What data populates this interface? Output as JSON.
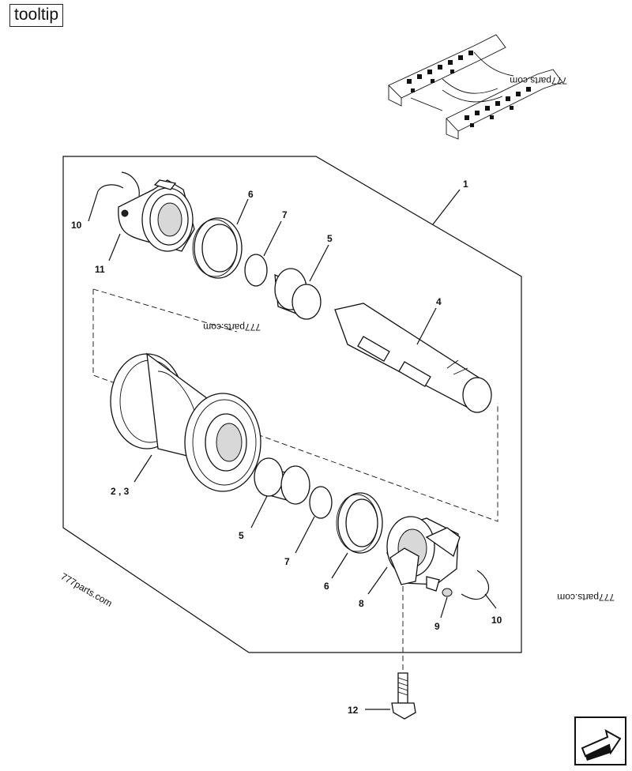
{
  "tooltip": {
    "label": "tooltip"
  },
  "watermarks": [
    "777parts.com",
    "777parts.com",
    "777parts.com",
    "777parts.com"
  ],
  "callouts": {
    "c1": "1",
    "c23": "2 , 3",
    "c4": "4",
    "c5a": "5",
    "c5b": "5",
    "c6a": "6",
    "c6b": "6",
    "c7a": "7",
    "c7b": "7",
    "c8": "8",
    "c9": "9",
    "c10a": "10",
    "c10b": "10",
    "c11": "11",
    "c12": "12"
  },
  "icons": {
    "nav": "next-page-arrow-icon",
    "overview": "track-frame-overview-icon"
  }
}
